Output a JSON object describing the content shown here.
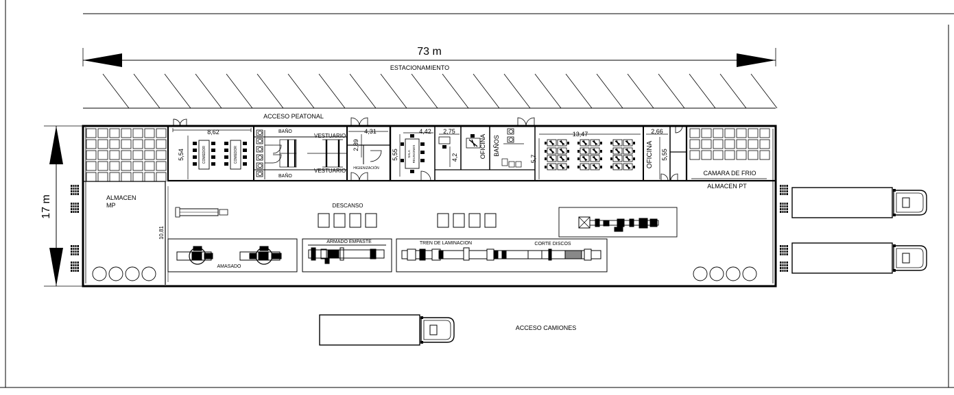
{
  "plan": {
    "dims": {
      "length": "73 m",
      "width": "17 m",
      "comedor_w": "8,62",
      "comedor_h": "5,54",
      "vestuario_w": "4,31",
      "vestuario_h": "2,89",
      "reuniones_h": "5,55",
      "reuniones_w": "4,42",
      "oficina1_w": "2,75",
      "oficina1_h": "4,2",
      "open_office_w": "13,47",
      "open_office_h": "5,7",
      "oficina2_w": "2,66",
      "oficina2_h": "5,55",
      "almacen_h": "10,81"
    },
    "labels": {
      "estacionamiento": "ESTACIONAMIENTO",
      "acceso_peatonal": "ACCESO PEATONAL",
      "bano_top": "BAÑO",
      "bano_bottom": "BAÑO",
      "vestuario_top": "VESTUARIO",
      "vestuario_bottom": "VESTUARIO",
      "higienizacion": "HIGIENIZACIÓN",
      "comedor_1": "COMEDOR",
      "comedor_2": "COMEDOR",
      "sala": "SALA",
      "reuniones": "REUNIONES",
      "oficina_1": "OFICINA",
      "banos": "BAÑOS",
      "oficina_2": "OFICINA",
      "camara_frio": "CAMARA DE FRIO",
      "almacen_pt": "ALMACEN PT",
      "almacen_mp_1": "ALMACEN",
      "almacen_mp_2": "MP",
      "descanso": "DESCANSO",
      "amasado": "AMASADO",
      "armado_empaste": "ARMADO EMPASTE",
      "tren_laminacion": "TREN DE LAMINACION",
      "corte_discos": "CORTE DISCOS",
      "acceso_camiones": "ACCESO CAMIONES"
    }
  }
}
